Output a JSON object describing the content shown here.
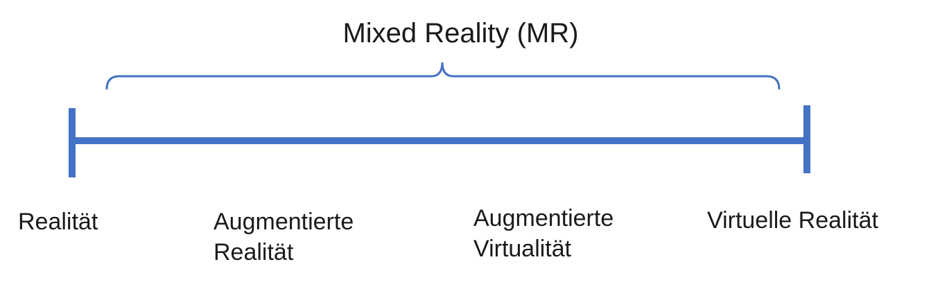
{
  "title": "Mixed Reality (MR)",
  "colors": {
    "line": "#4472C4",
    "text": "#1a1a1a"
  },
  "labels": {
    "reality": "Realität",
    "augmented_reality": {
      "line1": "Augmentierte",
      "line2": "Realität"
    },
    "augmented_virtuality": {
      "line1": "Augmentierte",
      "line2": "Virtualität"
    },
    "virtual_reality": "Virtuelle Realität"
  }
}
